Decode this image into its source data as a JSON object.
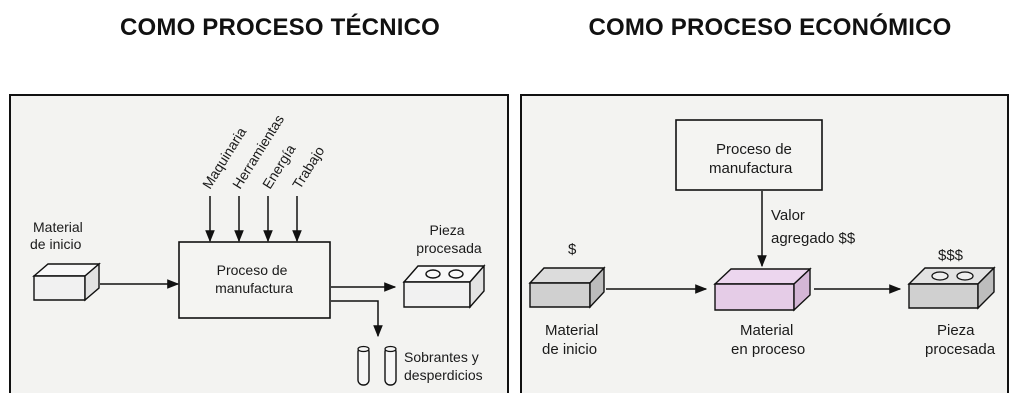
{
  "headings": {
    "left": "COMO PROCESO TÉCNICO",
    "right": "COMO PROCESO ECONÓMICO"
  },
  "technical": {
    "start_material": [
      "Material",
      "de inicio"
    ],
    "process": [
      "Proceso de",
      "manufactura"
    ],
    "inputs": [
      "Maquinaria",
      "Herramientas",
      "Energía",
      "Trabajo"
    ],
    "output_part": [
      "Pieza",
      "procesada"
    ],
    "waste": [
      "Sobrantes y",
      "desperdicios"
    ]
  },
  "economic": {
    "process": [
      "Proceso de",
      "manufactura"
    ],
    "value_added": [
      "Valor",
      "agregado $$"
    ],
    "start_material": [
      "Material",
      "de inicio"
    ],
    "start_value": "$",
    "in_process": [
      "Material",
      "en proceso"
    ],
    "output_part": [
      "Pieza",
      "procesada"
    ],
    "output_value": "$$$"
  },
  "colors": {
    "panel_background": "#f3f3f1",
    "in_process_block_top": "#ead2ec",
    "in_process_block_side": "#d8b8da",
    "block_gray_top": "#d9d9d9",
    "block_gray_side": "#bdbdbd"
  }
}
